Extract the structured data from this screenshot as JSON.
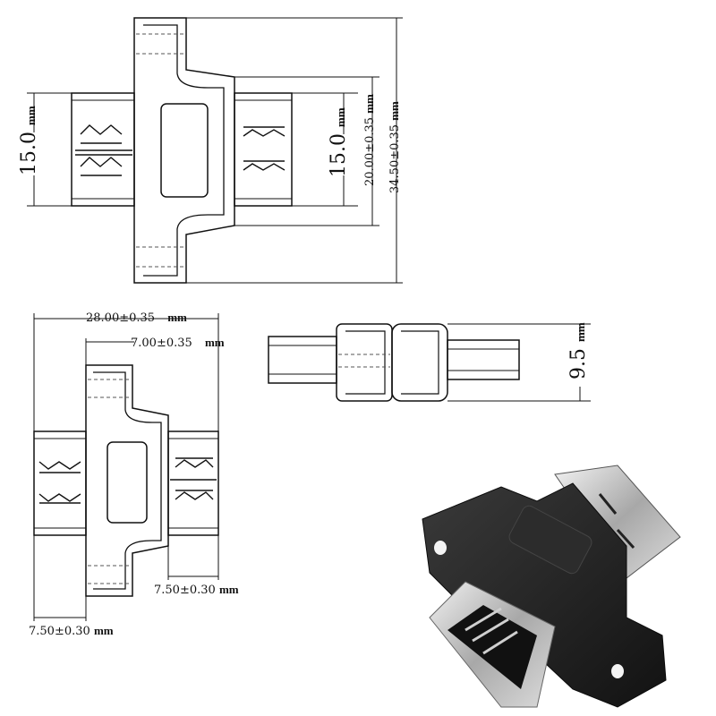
{
  "dimensions": {
    "top_left_height": {
      "value": "15.0",
      "unit": "mm"
    },
    "top_right_height": {
      "value": "15.0",
      "unit": "mm"
    },
    "top_hole_pitch": {
      "value": "20.00±0.35",
      "unit": "mm"
    },
    "top_total_height": {
      "value": "34.50±0.35",
      "unit": "mm"
    },
    "bottom_total_width": {
      "value": "28.00±0.35",
      "unit": "mm"
    },
    "bottom_flange_width": {
      "value": "7.00±0.35",
      "unit": "mm"
    },
    "bottom_right_depth": {
      "value": "7.50±0.30",
      "unit": "mm"
    },
    "bottom_left_depth": {
      "value": "7.50±0.30",
      "unit": "mm"
    },
    "side_thickness": {
      "value": "9.5",
      "unit": "mm"
    }
  },
  "colors": {
    "line": "#111111",
    "dash": "#555555",
    "body_dark": "#1e1e1e",
    "metal": "#b9b9b9"
  }
}
